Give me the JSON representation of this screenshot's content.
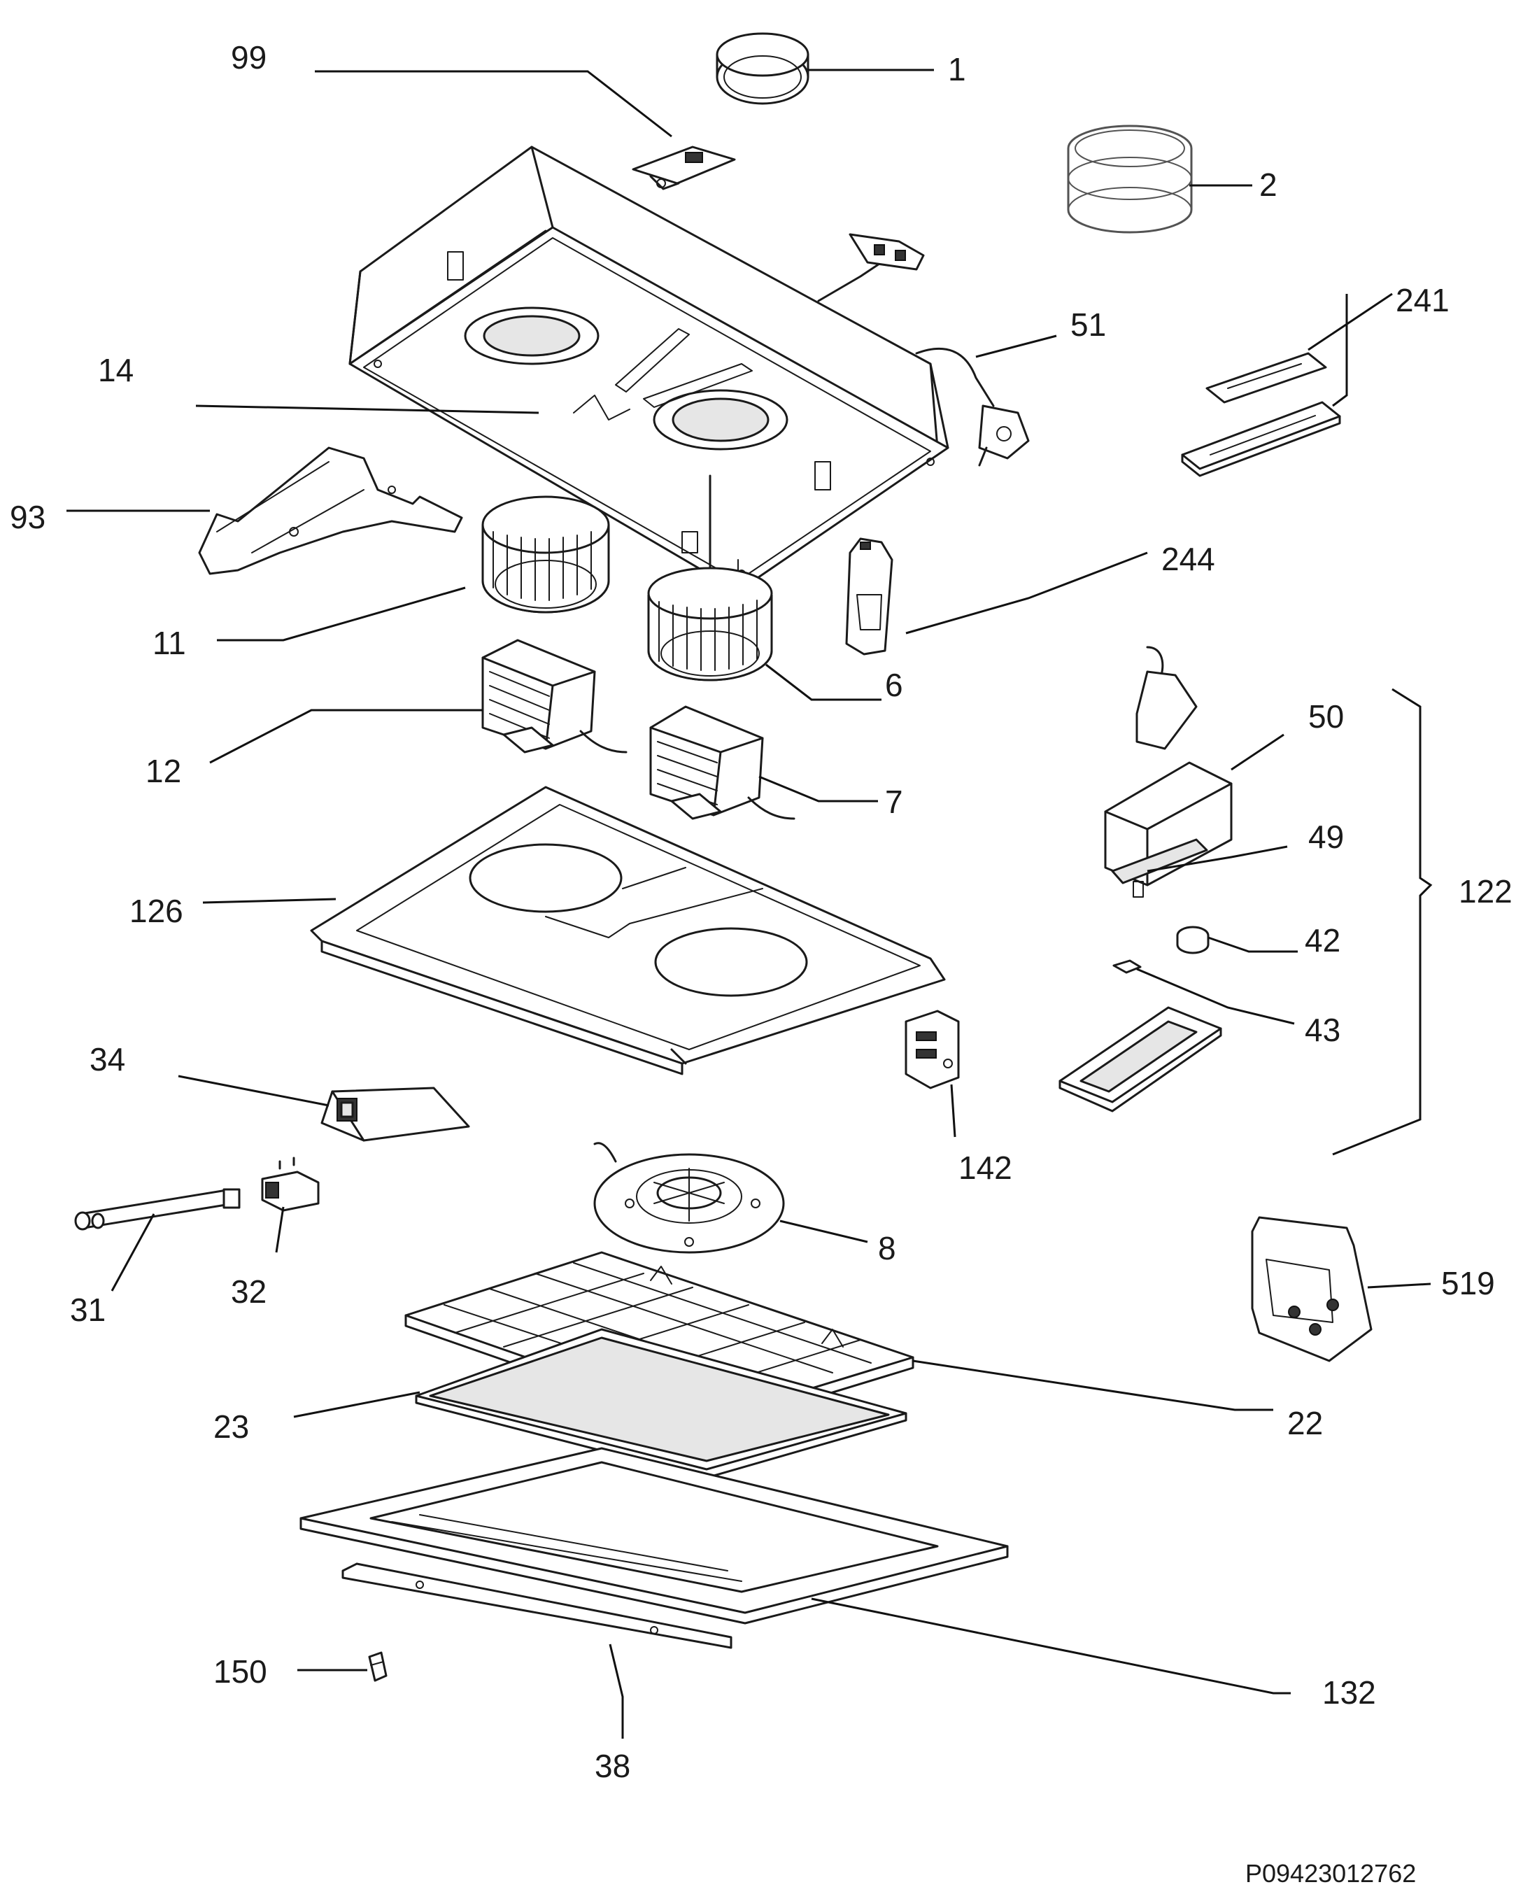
{
  "drawing_code": "P09423012762",
  "parts": [
    {
      "id": "p1",
      "label": "1"
    },
    {
      "id": "p2",
      "label": "2"
    },
    {
      "id": "p99",
      "label": "99"
    },
    {
      "id": "p241",
      "label": "241"
    },
    {
      "id": "p51",
      "label": "51"
    },
    {
      "id": "p14",
      "label": "14"
    },
    {
      "id": "p93",
      "label": "93"
    },
    {
      "id": "p244",
      "label": "244"
    },
    {
      "id": "p11",
      "label": "11"
    },
    {
      "id": "p6",
      "label": "6"
    },
    {
      "id": "p50",
      "label": "50"
    },
    {
      "id": "p12",
      "label": "12"
    },
    {
      "id": "p7",
      "label": "7"
    },
    {
      "id": "p49",
      "label": "49"
    },
    {
      "id": "p126",
      "label": "126"
    },
    {
      "id": "p122",
      "label": "122"
    },
    {
      "id": "p42",
      "label": "42"
    },
    {
      "id": "p43",
      "label": "43"
    },
    {
      "id": "p34",
      "label": "34"
    },
    {
      "id": "p142",
      "label": "142"
    },
    {
      "id": "p8",
      "label": "8"
    },
    {
      "id": "p31",
      "label": "31"
    },
    {
      "id": "p32",
      "label": "32"
    },
    {
      "id": "p519",
      "label": "519"
    },
    {
      "id": "p23",
      "label": "23"
    },
    {
      "id": "p22",
      "label": "22"
    },
    {
      "id": "p150",
      "label": "150"
    },
    {
      "id": "p132",
      "label": "132"
    },
    {
      "id": "p38",
      "label": "38"
    }
  ]
}
